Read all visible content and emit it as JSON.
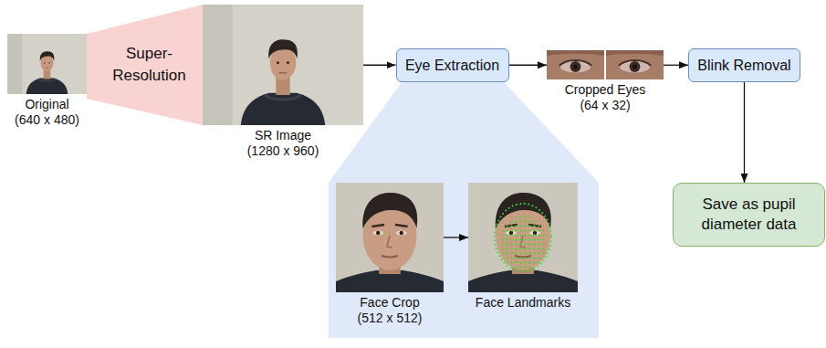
{
  "diagram": {
    "nodes": [
      {
        "text": [
          "Original (640 x 480)"
        ]
      },
      {
        "text": [
          "Super- Resolution"
        ]
      },
      {
        "text": [
          "SR Image (1280 x 960)"
        ]
      },
      {
        "text": [
          "Eye Extraction"
        ]
      },
      {
        "text": [
          "Cropped Eyes (64 x 32)"
        ]
      },
      {
        "text": [
          "Blink Removal"
        ]
      },
      {
        "text": [
          "Save as pupil diameter data"
        ]
      },
      {
        "text": [
          "Face Crop (512 x 512)"
        ]
      },
      {
        "text": [
          "Face Landmarks"
        ]
      }
    ],
    "edges": [
      {
        "from": 2,
        "to": 3,
        "arrow": "to"
      },
      {
        "from": 3,
        "to": 4,
        "arrow": "to"
      },
      {
        "from": 4,
        "to": 5,
        "arrow": "to"
      },
      {
        "from": 5,
        "to": 6,
        "arrow": "to"
      },
      {
        "from": 7,
        "to": 8,
        "arrow": "to"
      }
    ]
  }
}
